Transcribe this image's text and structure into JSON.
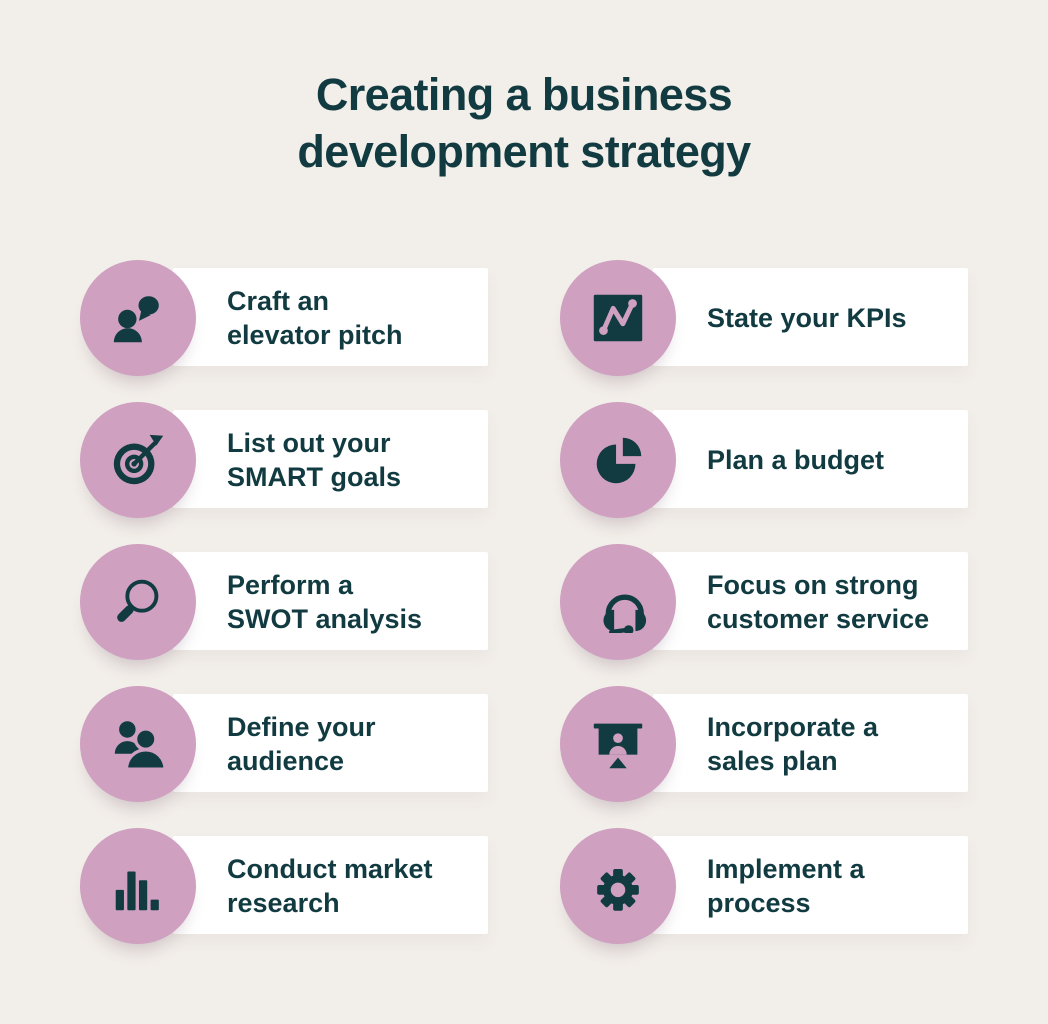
{
  "title": "Creating a business\ndevelopment strategy",
  "colors": {
    "background": "#f2eee9",
    "circle": "#cfa0c0",
    "bar": "#ffffff",
    "text": "#113b41",
    "icon": "#113b41"
  },
  "steps": [
    {
      "label": "Craft an\nelevator pitch",
      "icon": "person-speech-bubble-icon"
    },
    {
      "label": "State your KPIs",
      "icon": "line-chart-icon"
    },
    {
      "label": "List out your\nSMART goals",
      "icon": "target-arrow-icon"
    },
    {
      "label": "Plan a budget",
      "icon": "pie-chart-icon"
    },
    {
      "label": "Perform a\nSWOT analysis",
      "icon": "magnifier-icon"
    },
    {
      "label": "Focus on strong\ncustomer service",
      "icon": "headset-icon"
    },
    {
      "label": "Define your\naudience",
      "icon": "two-people-icon"
    },
    {
      "label": "Incorporate a\nsales plan",
      "icon": "presentation-board-icon"
    },
    {
      "label": "Conduct market\nresearch",
      "icon": "bar-chart-icon"
    },
    {
      "label": "Implement a\nprocess",
      "icon": "gear-icon"
    }
  ]
}
